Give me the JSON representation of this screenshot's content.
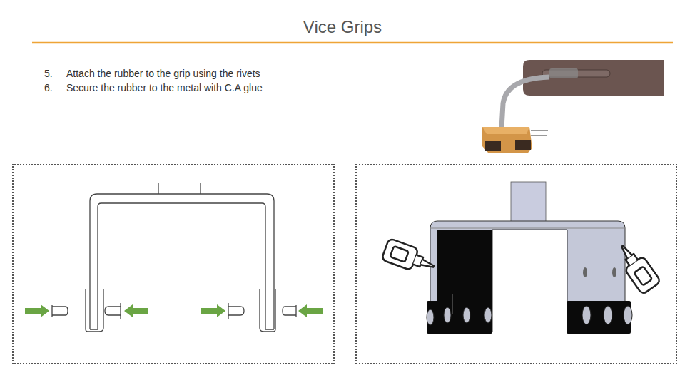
{
  "diagram": {
    "title": "Vice Grips",
    "labels": [
      "5.",
      "Attach the rubber to the grip using the rivets",
      "6.",
      "Secure the rubber to the metal with C.A glue"
    ]
  }
}
